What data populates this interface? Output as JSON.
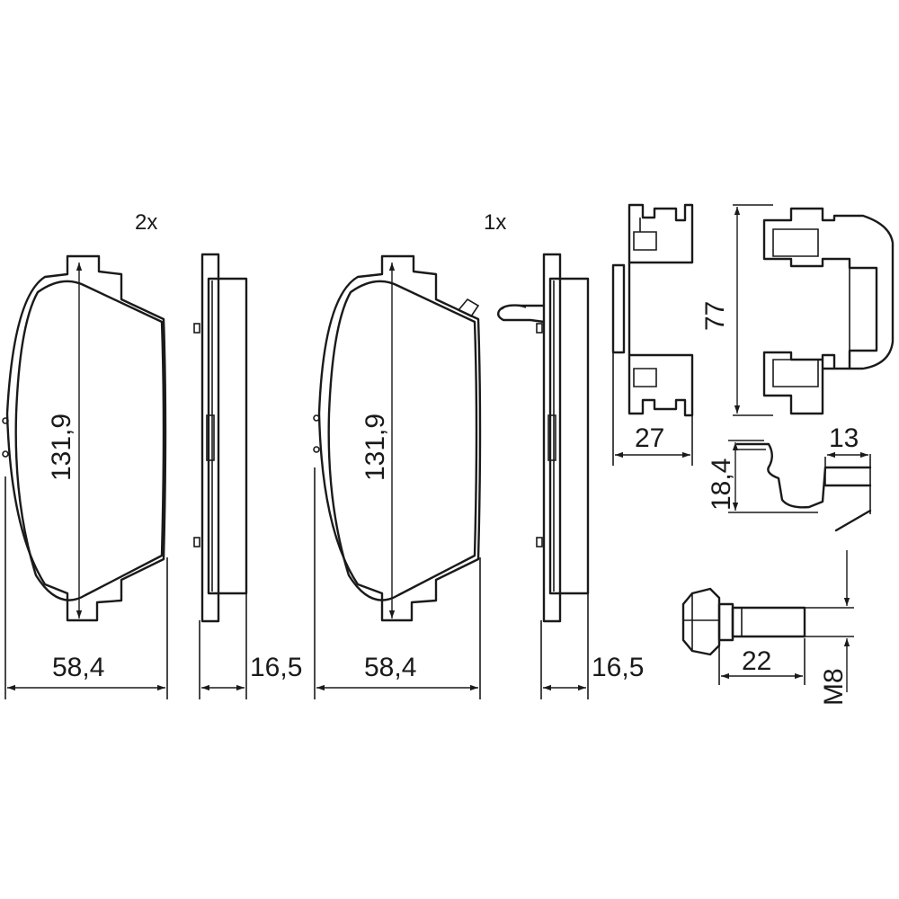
{
  "quantities": {
    "pad_set_a": "2x",
    "pad_set_b": "1x"
  },
  "dimensions": {
    "pad_a_height": "131,9",
    "pad_a_width": "58,4",
    "pad_a_thickness": "16,5",
    "pad_b_height": "131,9",
    "pad_b_width": "58,4",
    "pad_b_thickness": "16,5",
    "clip_height": "77",
    "clip_depth": "27",
    "spring_height": "18,4",
    "spring_width": "13",
    "bolt_length": "22",
    "bolt_thread": "M8"
  }
}
